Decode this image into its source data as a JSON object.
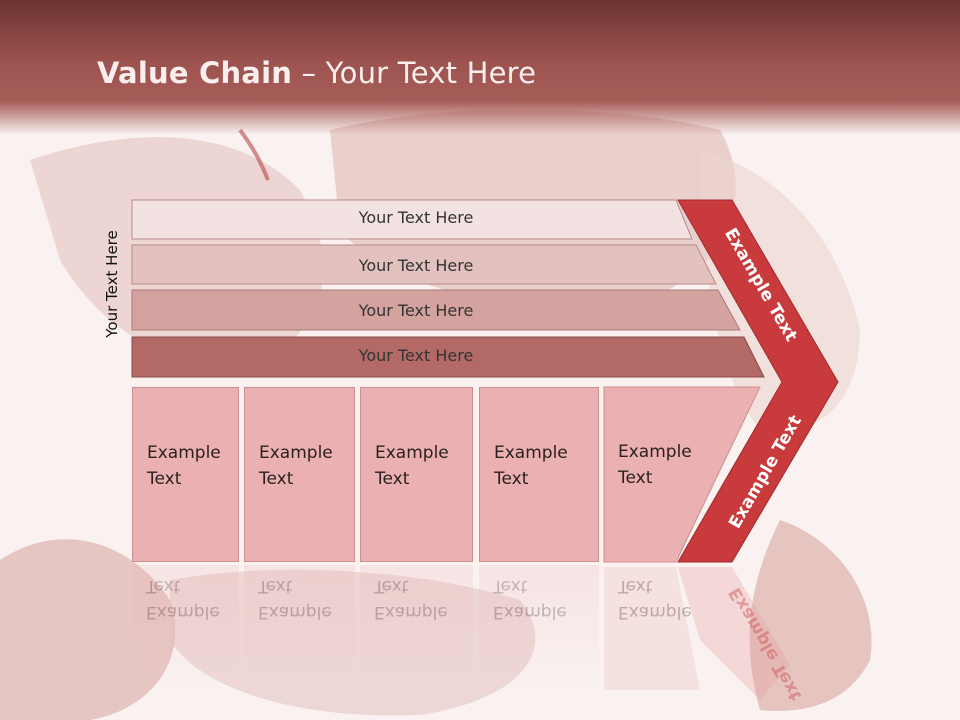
{
  "slide": {
    "title_bold": "Value Chain",
    "title_rest": " – Your Text Here",
    "side_label": "Your Text Here"
  },
  "rows": [
    {
      "label": "Your Text Here"
    },
    {
      "label": "Your Text Here"
    },
    {
      "label": "Your Text Here"
    },
    {
      "label": "Your Text Here"
    }
  ],
  "columns": [
    {
      "line1": "Example",
      "line2": "Text"
    },
    {
      "line1": "Example",
      "line2": "Text"
    },
    {
      "line1": "Example",
      "line2": "Text"
    },
    {
      "line1": "Example",
      "line2": "Text"
    },
    {
      "line1": "Example",
      "line2": "Text"
    }
  ],
  "chevron": {
    "upper_label": "Example Text",
    "lower_label": "Example Text"
  },
  "colors": {
    "header": "#9c524e",
    "row1": "#f2e2e2",
    "row2": "#e3c1bf",
    "row3": "#d4a29f",
    "row4": "#b36a67",
    "column_fill": "#ebb0b1",
    "chevron": "#c93a3c"
  }
}
